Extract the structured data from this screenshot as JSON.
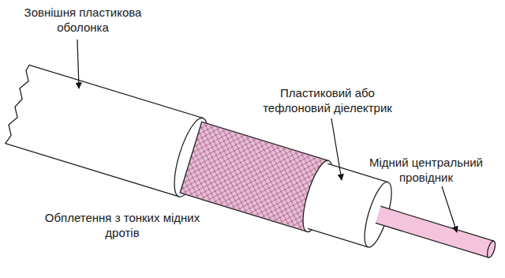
{
  "diagram": {
    "labels": [
      "Зовнішня пластикова оболонка",
      "Пластиковий або тефлоновий діелектрик",
      "Мідний центральний провідник",
      "Обплетення з тонких мідних дротів"
    ]
  }
}
